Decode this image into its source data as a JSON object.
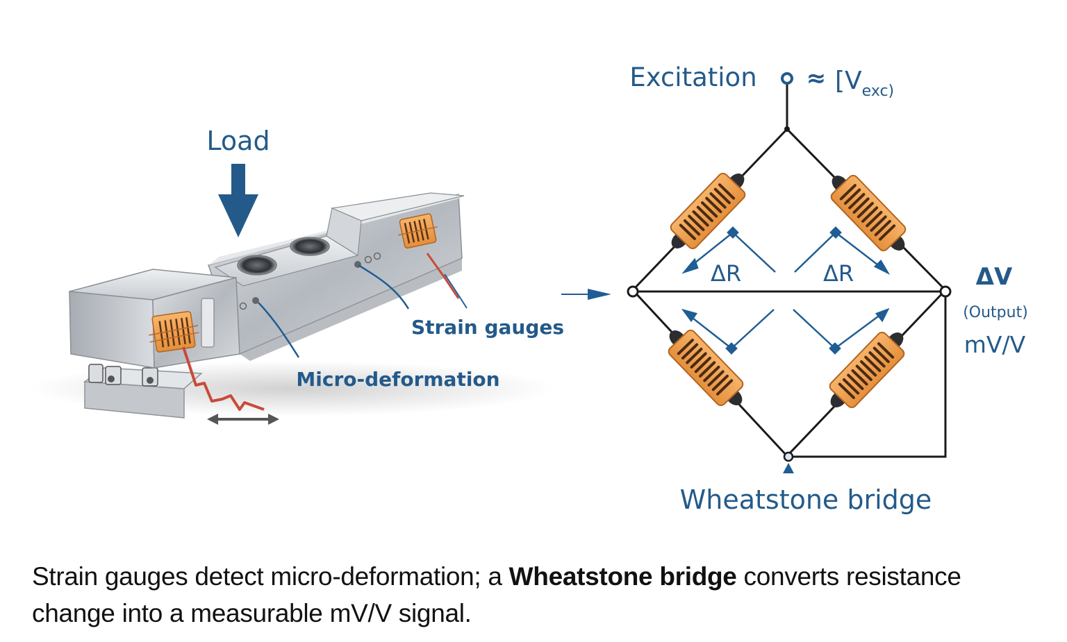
{
  "colors": {
    "label_blue": "#245a8a",
    "arrow_blue": "#1f5d94",
    "wire": "#1a1a1a",
    "gauge_orange": "#f0a050",
    "gauge_stripe": "#4a2a12",
    "strain_red": "#c94a3a",
    "metal": "#c9cdd2"
  },
  "load_cell": {
    "load_label": "Load",
    "strain_gauges_label": "Strain gauges",
    "micro_deformation_label": "Micro-deformation",
    "load_arrow_icon": "down-arrow-icon",
    "displacement_arrow_icon": "double-headed-arrow-icon",
    "strain_zigzag_icon": "zigzag-strain-icon"
  },
  "bridge": {
    "excitation_label": "Excitation",
    "excitation_source_symbol": "≈",
    "excitation_voltage_label": "[V",
    "excitation_voltage_sub": "exc)",
    "delta_r_left": "ΔR",
    "delta_r_right": "ΔR",
    "output_delta_v": "ΔV",
    "output_label": "(Output)",
    "output_unit": "mV/V",
    "title": "Wheatstone bridge",
    "resistor_count": 4
  },
  "caption": {
    "part1": "Strain gauges detect micro-deformation; a ",
    "bold": "Wheatstone bridge",
    "part2": " converts resistance change into a measurable mV/V signal."
  }
}
